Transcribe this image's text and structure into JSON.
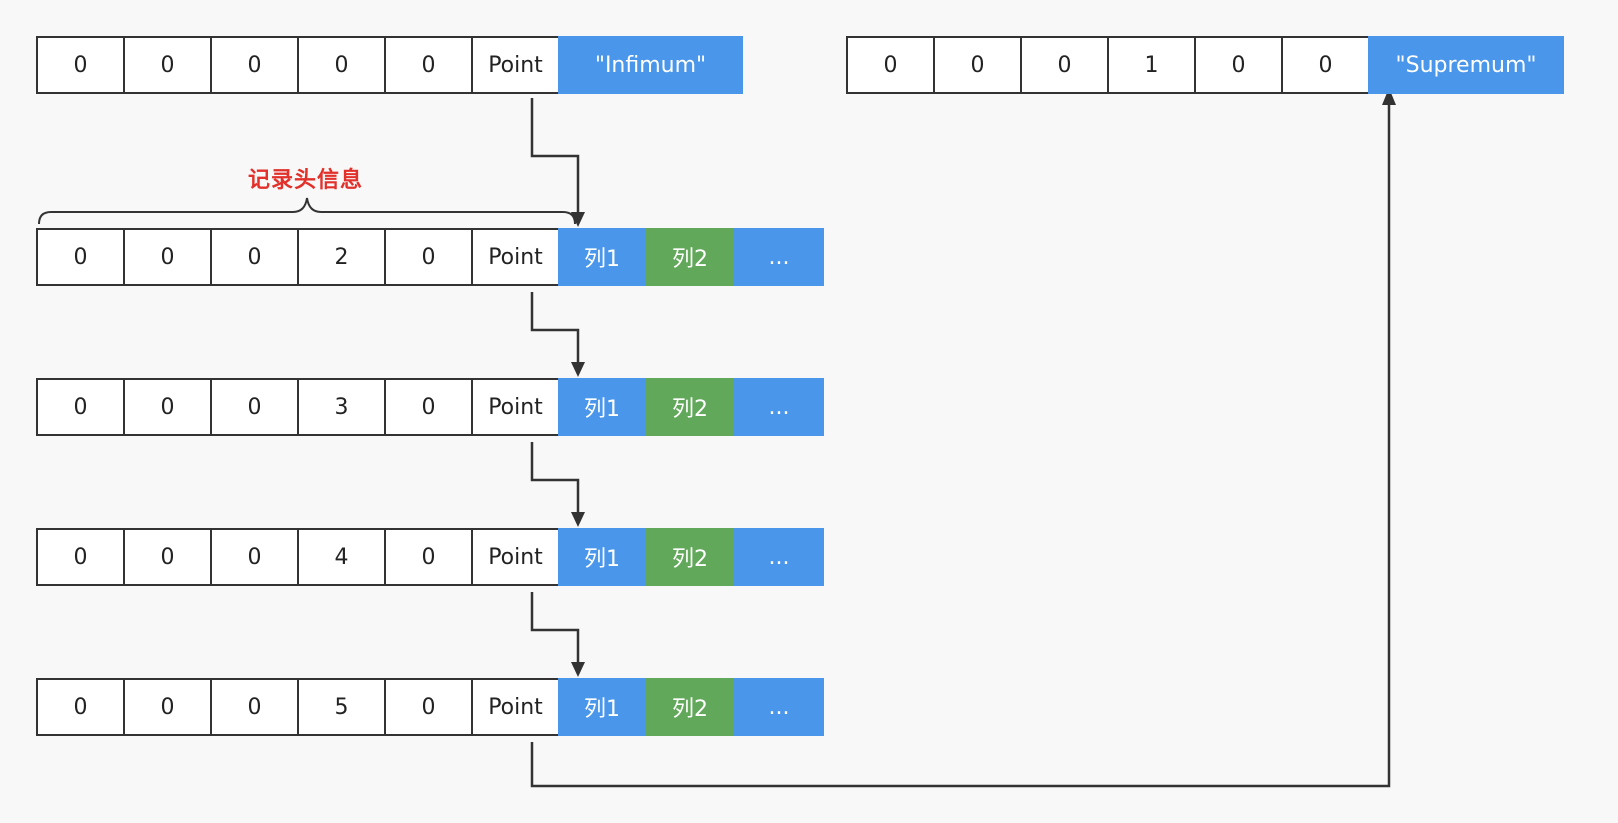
{
  "colors": {
    "blue": "#4a96ea",
    "green": "#62a85a",
    "red": "#e2302a",
    "line": "#333333"
  },
  "infimum": {
    "header": [
      "0",
      "0",
      "0",
      "0",
      "0"
    ],
    "pointer": "Point",
    "value": "\"Infimum\""
  },
  "supremum": {
    "header": [
      "0",
      "0",
      "0",
      "1",
      "0",
      "0"
    ],
    "value": "\"Supremum\""
  },
  "header_label": "记录头信息",
  "records": [
    {
      "header": [
        "0",
        "0",
        "0",
        "2",
        "0"
      ],
      "pointer": "Point",
      "columns": [
        "列1",
        "列2",
        "..."
      ]
    },
    {
      "header": [
        "0",
        "0",
        "0",
        "3",
        "0"
      ],
      "pointer": "Point",
      "columns": [
        "列1",
        "列2",
        "..."
      ]
    },
    {
      "header": [
        "0",
        "0",
        "0",
        "4",
        "0"
      ],
      "pointer": "Point",
      "columns": [
        "列1",
        "列2",
        "..."
      ]
    },
    {
      "header": [
        "0",
        "0",
        "0",
        "5",
        "0"
      ],
      "pointer": "Point",
      "columns": [
        "列1",
        "列2",
        "..."
      ]
    }
  ]
}
